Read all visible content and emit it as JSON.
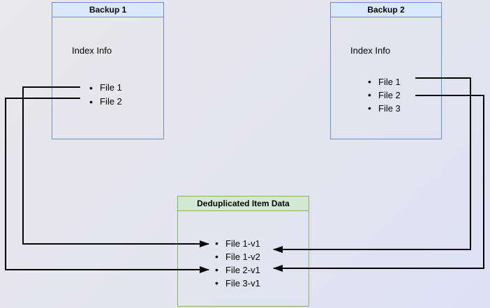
{
  "diagram": {
    "backup1": {
      "title": "Backup 1",
      "index_label": "Index Info",
      "files": [
        "File 1",
        "File 2"
      ]
    },
    "backup2": {
      "title": "Backup 2",
      "index_label": "Index Info",
      "files": [
        "File 1",
        "File 2",
        "File 3"
      ]
    },
    "dedup_store": {
      "title": "Deduplicated Item Data",
      "items": [
        "File 1-v1",
        "File 1-v2",
        "File 2-v1",
        "File 3-v1"
      ]
    },
    "connections": [
      {
        "from": "Backup 1 / File 1",
        "to": "File 1-v1"
      },
      {
        "from": "Backup 1 / File 2",
        "to": "File 2-v1"
      },
      {
        "from": "Backup 2 / File 1",
        "to": "File 1-v2"
      },
      {
        "from": "Backup 2 / File 2",
        "to": "File 2-v1"
      }
    ],
    "colors": {
      "backup_fill": "#dae8fc",
      "backup_border": "#6c8ebf",
      "dedup_fill": "#d5e8d4",
      "dedup_border": "#82b366",
      "arrow": "#000000"
    }
  }
}
